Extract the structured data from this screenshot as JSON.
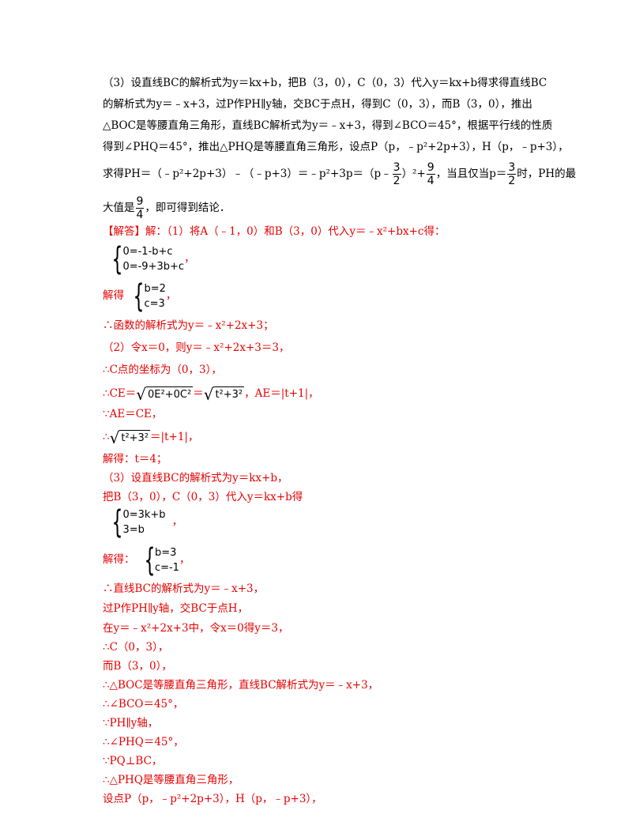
{
  "analysis": {
    "line1": "（3）设直线BC的解析式为y＝kx+b，把B（3，0），C（0，3）代入y＝kx+b得求得直线BC",
    "line2": "的解析式为y＝﹣x+3，过P作PH∥y轴，交BC于点H，得到C（0，3），而B（3，0），推出",
    "line3": "△BOC是等腰直角三角形，直线BC解析式为y＝﹣x+3，得到∠BCO＝45°，根据平行线的性质",
    "line4": "得到∠PHQ＝45°，推出△PHQ是等腰直角三角形，设点P（p，﹣p²+2p+3），H（p，﹣p+3），",
    "line5a": "求得PH＝（﹣p²+2p+3）﹣（﹣p+3）＝﹣p²+3p＝（p﹣",
    "frac1_num": "3",
    "frac1_den": "2",
    "line5b": "）²+",
    "frac2_num": "9",
    "frac2_den": "4",
    "line5c": "，当且仅当p＝",
    "frac3_num": "3",
    "frac3_den": "2",
    "line5d": "时，PH的最",
    "line6a": "大值是",
    "frac4_num": "9",
    "frac4_den": "4",
    "line6b": "，即可得到结论．"
  },
  "solution": {
    "header": "【解答】解：（1）将A（﹣1，0）和B（3，0）代入y＝﹣x²+bx+c得：",
    "sys1_l1": "0=-1-b+c",
    "sys1_l2": "0=-9+3b+c",
    "sys1_tail": "，",
    "solve_label": "解得",
    "sys2_l1": "b=2",
    "sys2_l2": "c=3",
    "sys2_tail": "，",
    "func": "∴函数的解析式为y＝﹣x²+2x+3；",
    "p2_a": "（2）令x＝0，则y＝﹣x²+2x+3＝3，",
    "p2_b": "∴C点的坐标为（0，3），",
    "ce_label": "∴CE＝",
    "sqrt1": "0E²+0C²",
    "eq": "＝",
    "sqrt2": "t²+3²",
    "ce_tail": "，AE＝|t+1|，",
    "because1": "∵AE＝CE，",
    "therefore_sqrt_label": "∴",
    "sqrt3": "t²+3²",
    "abs_tail": "＝|t+1|，",
    "solve_t": "解得：t＝4；",
    "p3_a": "（3）设直线BC的解析式为y＝kx+b，",
    "p3_b": "把B（3，0），C（0，3）代入y＝kx+b得",
    "sys3_l1": "0=3k+b",
    "sys3_l2": "3=b",
    "sys3_tail": "，",
    "solve_label2": "解得：",
    "sys4_l1": "b=3",
    "sys4_l2": "c=-1",
    "sys4_tail": "，",
    "l1": "∴直线BC的解析式为y＝﹣x+3，",
    "l2": "过P作PH∥y轴，交BC于点H，",
    "l3": "在y＝﹣x²+2x+3中，令x＝0得y＝3，",
    "l4": "∴C（0，3），",
    "l5": "而B（3，0），",
    "l6": "∴△BOC是等腰直角三角形，直线BC解析式为y＝﹣x+3，",
    "l7": "∴∠BCO＝45°，",
    "l8": "∵PH∥y轴，",
    "l9": "∴∠PHQ＝45°，",
    "l10": "∵PQ⊥BC，",
    "l11": "∴△PHQ是等腰直角三角形，",
    "l12": "设点P（p，﹣p²+2p+3），H（p，﹣p+3），"
  }
}
